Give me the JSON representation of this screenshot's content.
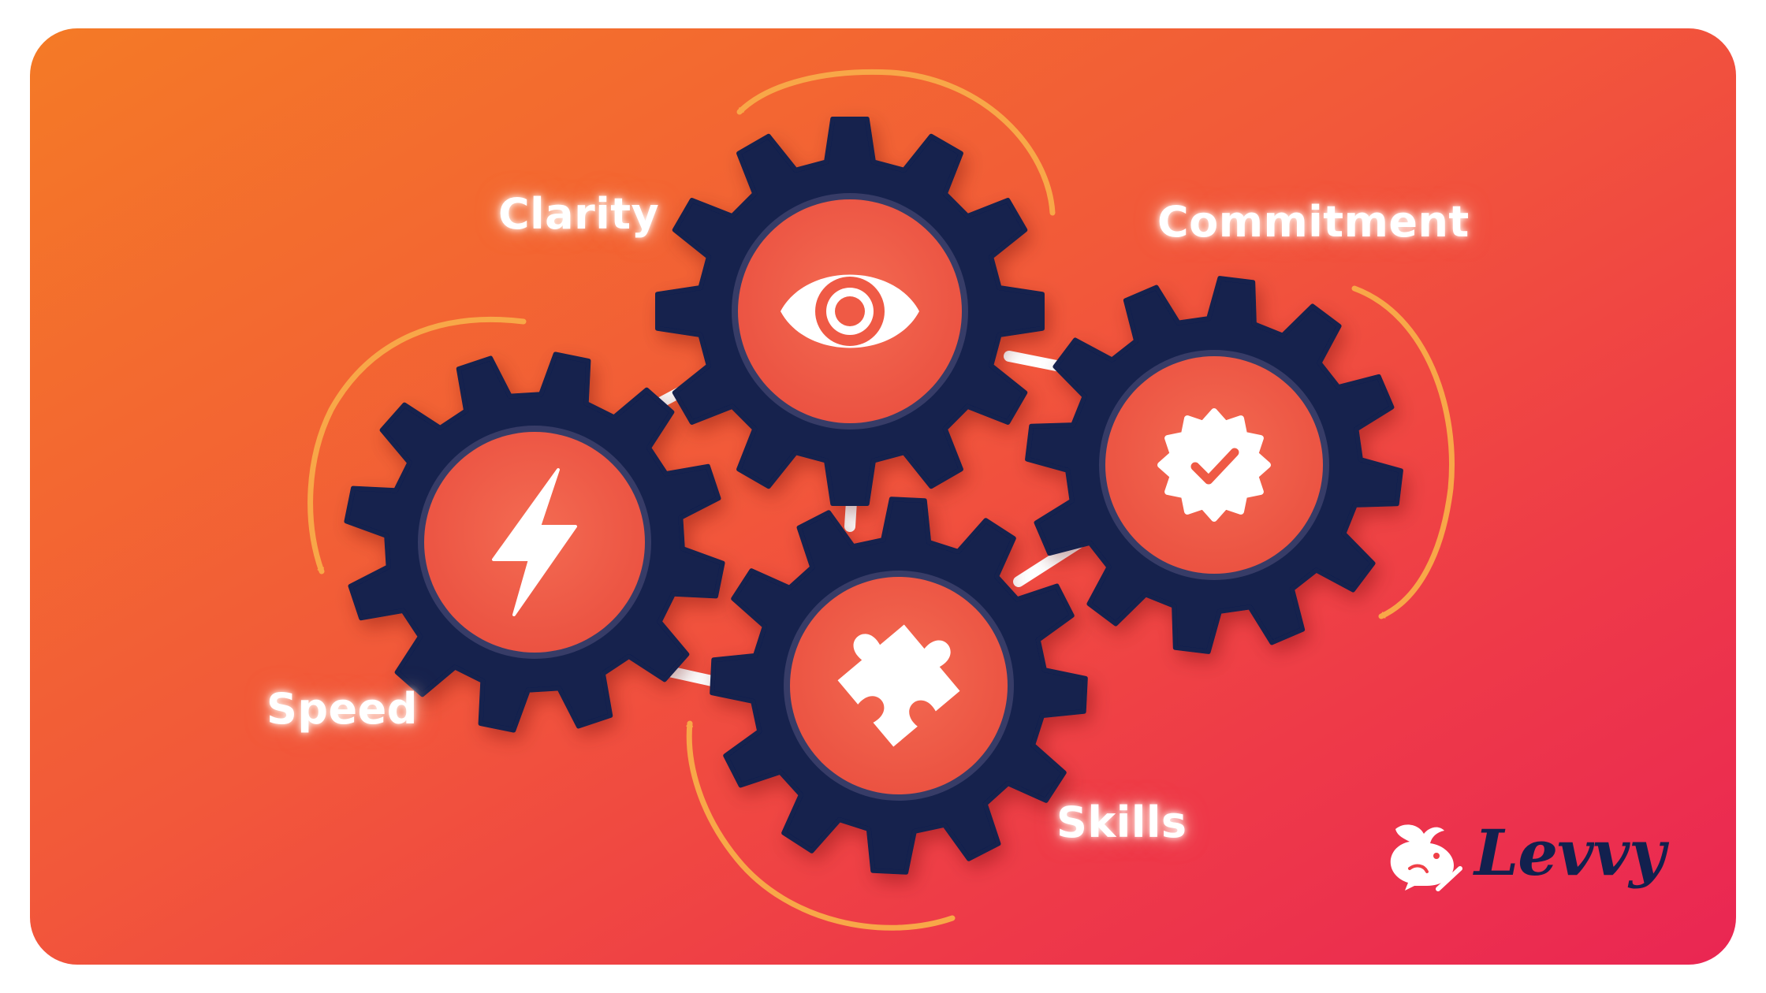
{
  "labels": {
    "clarity": "Clarity",
    "commitment": "Commitment",
    "speed": "Speed",
    "skills": "Skills"
  },
  "logo": {
    "text": "Levvy"
  },
  "icons": {
    "clarity": "eye-icon",
    "commitment": "verified-badge-icon",
    "speed": "lightning-bolt-icon",
    "skills": "puzzle-piece-icon",
    "logo": "rabbit-icon"
  },
  "colors": {
    "background_start": "#f47a26",
    "background_end": "#ea2653",
    "gear": "#12204e",
    "hub": "#ef5a45",
    "arrow": "#f8a748",
    "connector": "#ffffff",
    "label": "#ffffff"
  }
}
